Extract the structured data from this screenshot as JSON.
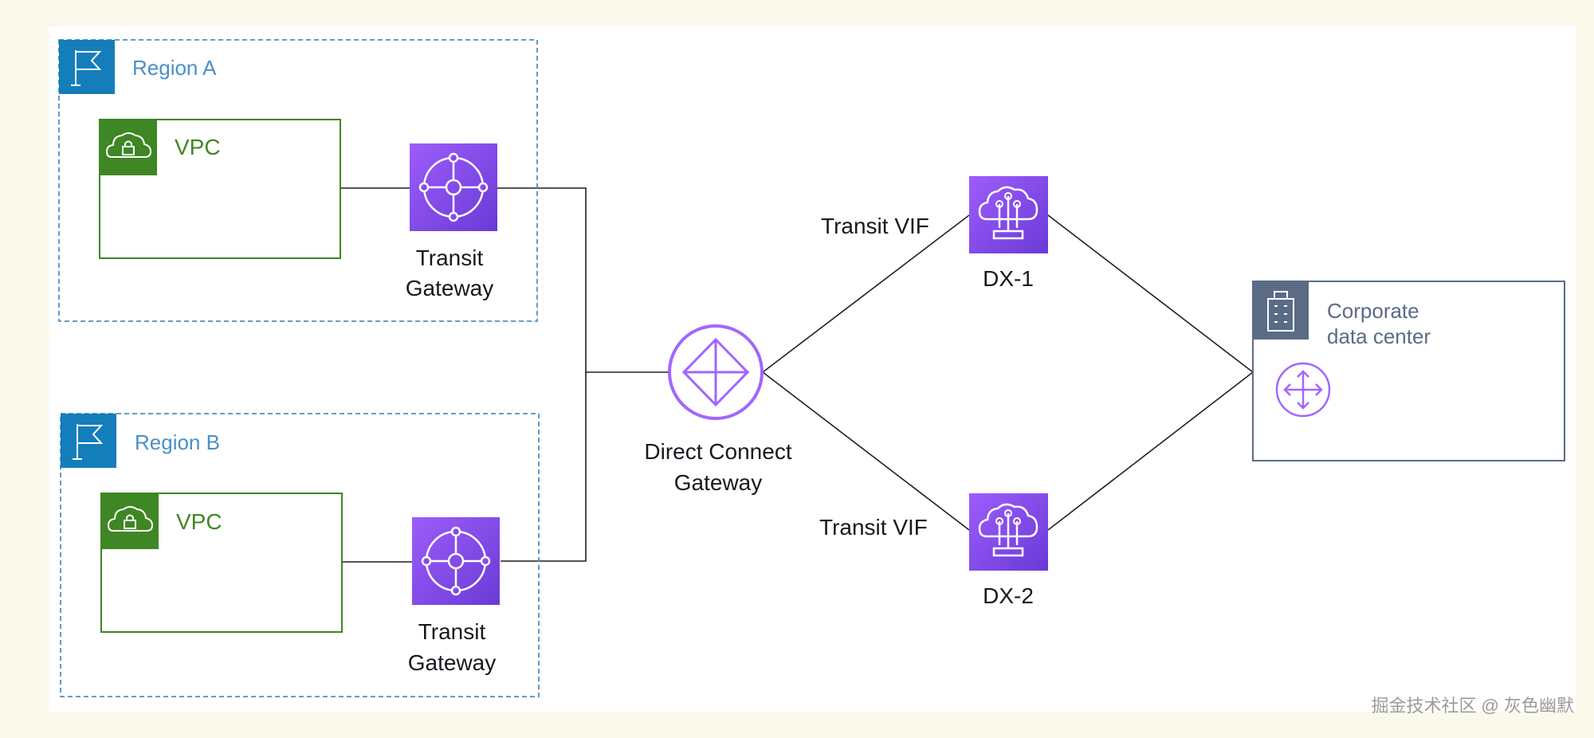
{
  "regions": [
    {
      "label": "Region A",
      "vpc_label": "VPC",
      "tgw_label_line1": "Transit",
      "tgw_label_line2": "Gateway"
    },
    {
      "label": "Region B",
      "vpc_label": "VPC",
      "tgw_label_line1": "Transit",
      "tgw_label_line2": "Gateway"
    }
  ],
  "dx_gateway": {
    "label_line1": "Direct Connect",
    "label_line2": "Gateway"
  },
  "connections": [
    {
      "label": "DX-1",
      "vif_label": "Transit VIF"
    },
    {
      "label": "DX-2",
      "vif_label": "Transit VIF"
    }
  ],
  "corporate_dc": {
    "label_line1": "Corporate",
    "label_line2": "data center"
  },
  "watermark": "掘金技术社区 @ 灰色幽默",
  "colors": {
    "background": "#fbf8ec",
    "region_border": "#4a90c8",
    "region_badge": "#147eba",
    "vpc_border": "#3f8624",
    "vpc_badge": "#3f8624",
    "tgw_gradient_top": "#9d5dfb",
    "tgw_gradient_bottom": "#6a3ad6",
    "dxgw_stroke": "#a166ff",
    "dc_border": "#5a6b86",
    "dc_badge": "#5a6b86",
    "router_stroke": "#a166ff"
  },
  "icons": [
    "flag-icon",
    "vpc-cloud-lock-icon",
    "transit-gateway-icon",
    "direct-connect-gateway-icon",
    "direct-connect-icon",
    "building-icon",
    "router-icon"
  ]
}
